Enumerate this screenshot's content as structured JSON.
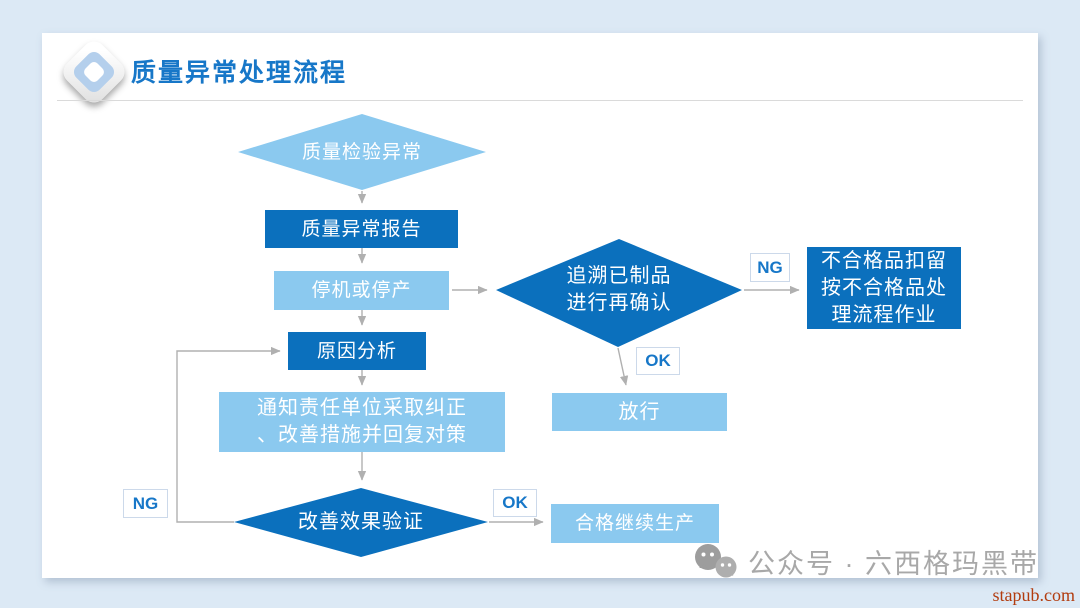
{
  "header": {
    "title": "质量异常处理流程"
  },
  "colors": {
    "page_background": "#dce9f5",
    "dark_blue": "#0b70bd",
    "light_blue": "#8bc9ef",
    "title_blue": "#1777c8",
    "label_blue": "#1777c8",
    "connector_gray": "#b0b0b0",
    "watermark_gray": "#a8a8a8",
    "credit_red": "#b23c0f"
  },
  "flowchart": {
    "start_diamond": {
      "text": "质量检验异常"
    },
    "report_box": {
      "text": "质量异常报告"
    },
    "stop_box": {
      "text": "停机或停产"
    },
    "trace_diamond": {
      "line1": "追溯已制品",
      "line2": "进行再确认"
    },
    "hold_box": {
      "line1": "不合格品扣留",
      "line2": "按不合格品处",
      "line3": "理流程作业"
    },
    "cause_box": {
      "text": "原因分析"
    },
    "notify_box": {
      "line1": "通知责任单位采取纠正",
      "line2": "、改善措施并回复对策"
    },
    "verify_diamond": {
      "text": "改善效果验证"
    },
    "release_box": {
      "text": "放行"
    },
    "continue_box": {
      "text": "合格继续生产"
    },
    "labels": {
      "trace_ng": "NG",
      "trace_ok": "OK",
      "verify_ng": "NG",
      "verify_ok": "OK"
    }
  },
  "footer": {
    "watermark_text": "公众号 · 六西格玛黑带",
    "site_credit": "stapub.com"
  }
}
